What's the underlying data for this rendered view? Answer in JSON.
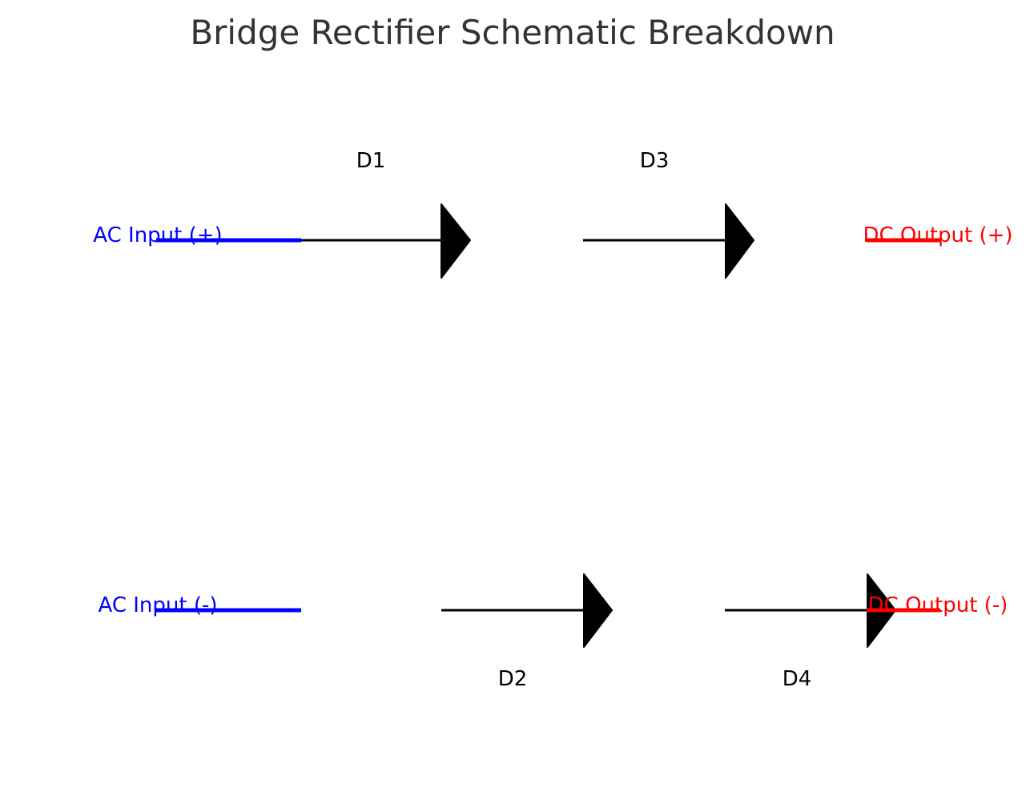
{
  "title": "Bridge Rectifier Schematic Breakdown",
  "colors": {
    "input": "#0000ff",
    "output": "#ff0000",
    "wire": "#000000",
    "title": "#333333"
  },
  "diodes": [
    {
      "id": "d1",
      "label": "D1"
    },
    {
      "id": "d3",
      "label": "D3"
    },
    {
      "id": "d2",
      "label": "D2"
    },
    {
      "id": "d4",
      "label": "D4"
    }
  ],
  "terminals": {
    "ac_pos": "AC Input (+)",
    "ac_neg": "AC Input (-)",
    "dc_pos": "DC Output (+)",
    "dc_neg": "DC Output (-)"
  }
}
